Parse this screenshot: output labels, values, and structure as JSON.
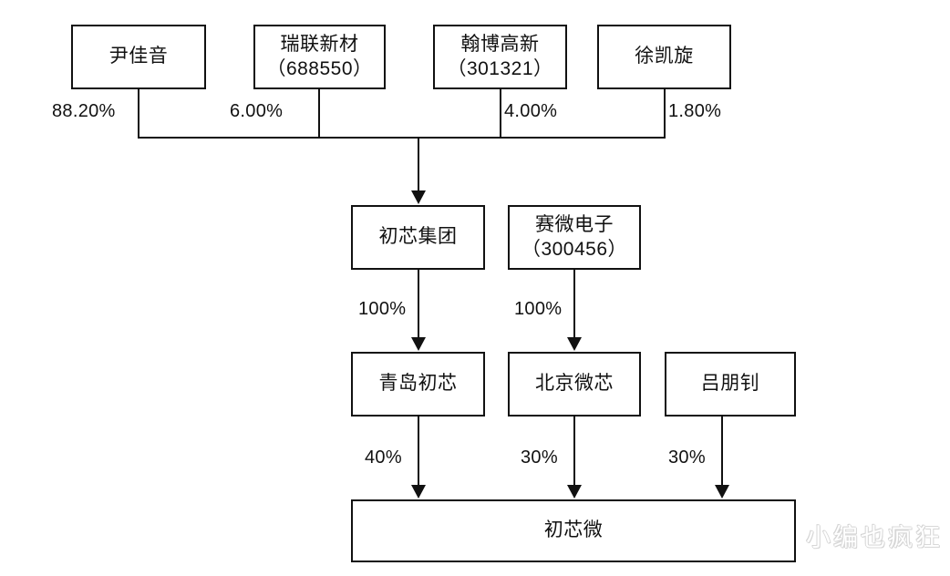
{
  "diagram": {
    "type": "ownership-structure-chart",
    "watermark": "小编也疯狂",
    "nodes": {
      "yin_jiayin": {
        "label": "尹佳音"
      },
      "ruilian": {
        "label": "瑞联新材\n（688550）"
      },
      "hanbo": {
        "label": "翰博高新\n（301321）"
      },
      "xu_kaixuan": {
        "label": "徐凯旋"
      },
      "chuxin_group": {
        "label": "初芯集团"
      },
      "saiwei": {
        "label": "赛微电子\n（300456）"
      },
      "qingdao_chuxin": {
        "label": "青岛初芯"
      },
      "beijing_weixin": {
        "label": "北京微芯"
      },
      "lv_pengzhao": {
        "label": "吕朋钊"
      },
      "chuxinwei": {
        "label": "初芯微"
      }
    },
    "edges": {
      "yin_to_group": {
        "label": "88.20%"
      },
      "ruilian_to_group": {
        "label": "6.00%"
      },
      "hanbo_to_group": {
        "label": "4.00%"
      },
      "xu_to_group": {
        "label": "1.80%"
      },
      "group_to_qingdao": {
        "label": "100%"
      },
      "saiwei_to_beijing": {
        "label": "100%"
      },
      "qingdao_to_chuxinwei": {
        "label": "40%"
      },
      "beijing_to_chuxinwei": {
        "label": "30%"
      },
      "lv_to_chuxinwei": {
        "label": "30%"
      }
    }
  }
}
